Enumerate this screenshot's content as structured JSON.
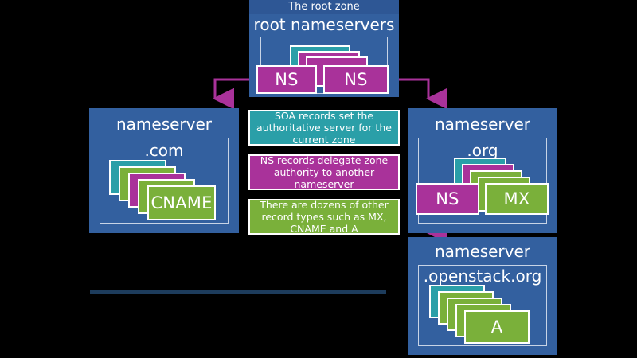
{
  "diagram": {
    "title_hidden": "",
    "accent_colors": {
      "zone_blue": "#33609f",
      "zone_header_blue": "#2e5795",
      "soa_teal": "#2a9fa8",
      "ns_magenta": "#a9329a",
      "other_green": "#7ab03a",
      "divider_blue": "#1d3c5c",
      "background": "#000000",
      "text": "#ffffff"
    }
  },
  "root_zone": {
    "header": "The root zone",
    "title": "root nameservers",
    "inner_label": ".",
    "cards": [
      {
        "label": "",
        "type": "soa"
      },
      {
        "label": "",
        "type": "ns"
      },
      {
        "label": "",
        "type": "ns"
      },
      {
        "label": "NS",
        "type": "ns"
      },
      {
        "label": "NS",
        "type": "ns"
      }
    ]
  },
  "com_zone": {
    "title": "nameserver",
    "inner_label": ".com",
    "cards": [
      {
        "label": "",
        "type": "soa"
      },
      {
        "label": "",
        "type": "other"
      },
      {
        "label": "",
        "type": "ns"
      },
      {
        "label": "",
        "type": "other"
      },
      {
        "label": "CNAME",
        "type": "other"
      }
    ]
  },
  "org_zone": {
    "title": "nameserver",
    "inner_label": ".org",
    "cards": [
      {
        "label": "",
        "type": "soa"
      },
      {
        "label": "",
        "type": "ns"
      },
      {
        "label": "",
        "type": "other"
      },
      {
        "label": "",
        "type": "other"
      },
      {
        "label": "NS",
        "type": "ns"
      },
      {
        "label": "MX",
        "type": "other"
      }
    ]
  },
  "openstack_zone": {
    "title": "nameserver",
    "inner_label": ".openstack.org",
    "cards": [
      {
        "label": "",
        "type": "soa"
      },
      {
        "label": "",
        "type": "other"
      },
      {
        "label": "",
        "type": "other"
      },
      {
        "label": "",
        "type": "other"
      },
      {
        "label": "A",
        "type": "other"
      }
    ]
  },
  "legend": [
    {
      "text": "SOA records set the authoritative server for the current zone",
      "type": "soa"
    },
    {
      "text": "NS records delegate zone authority to another nameserver",
      "type": "ns"
    },
    {
      "text": "There are dozens of other record types such as MX, CNAME and A",
      "type": "other"
    }
  ]
}
